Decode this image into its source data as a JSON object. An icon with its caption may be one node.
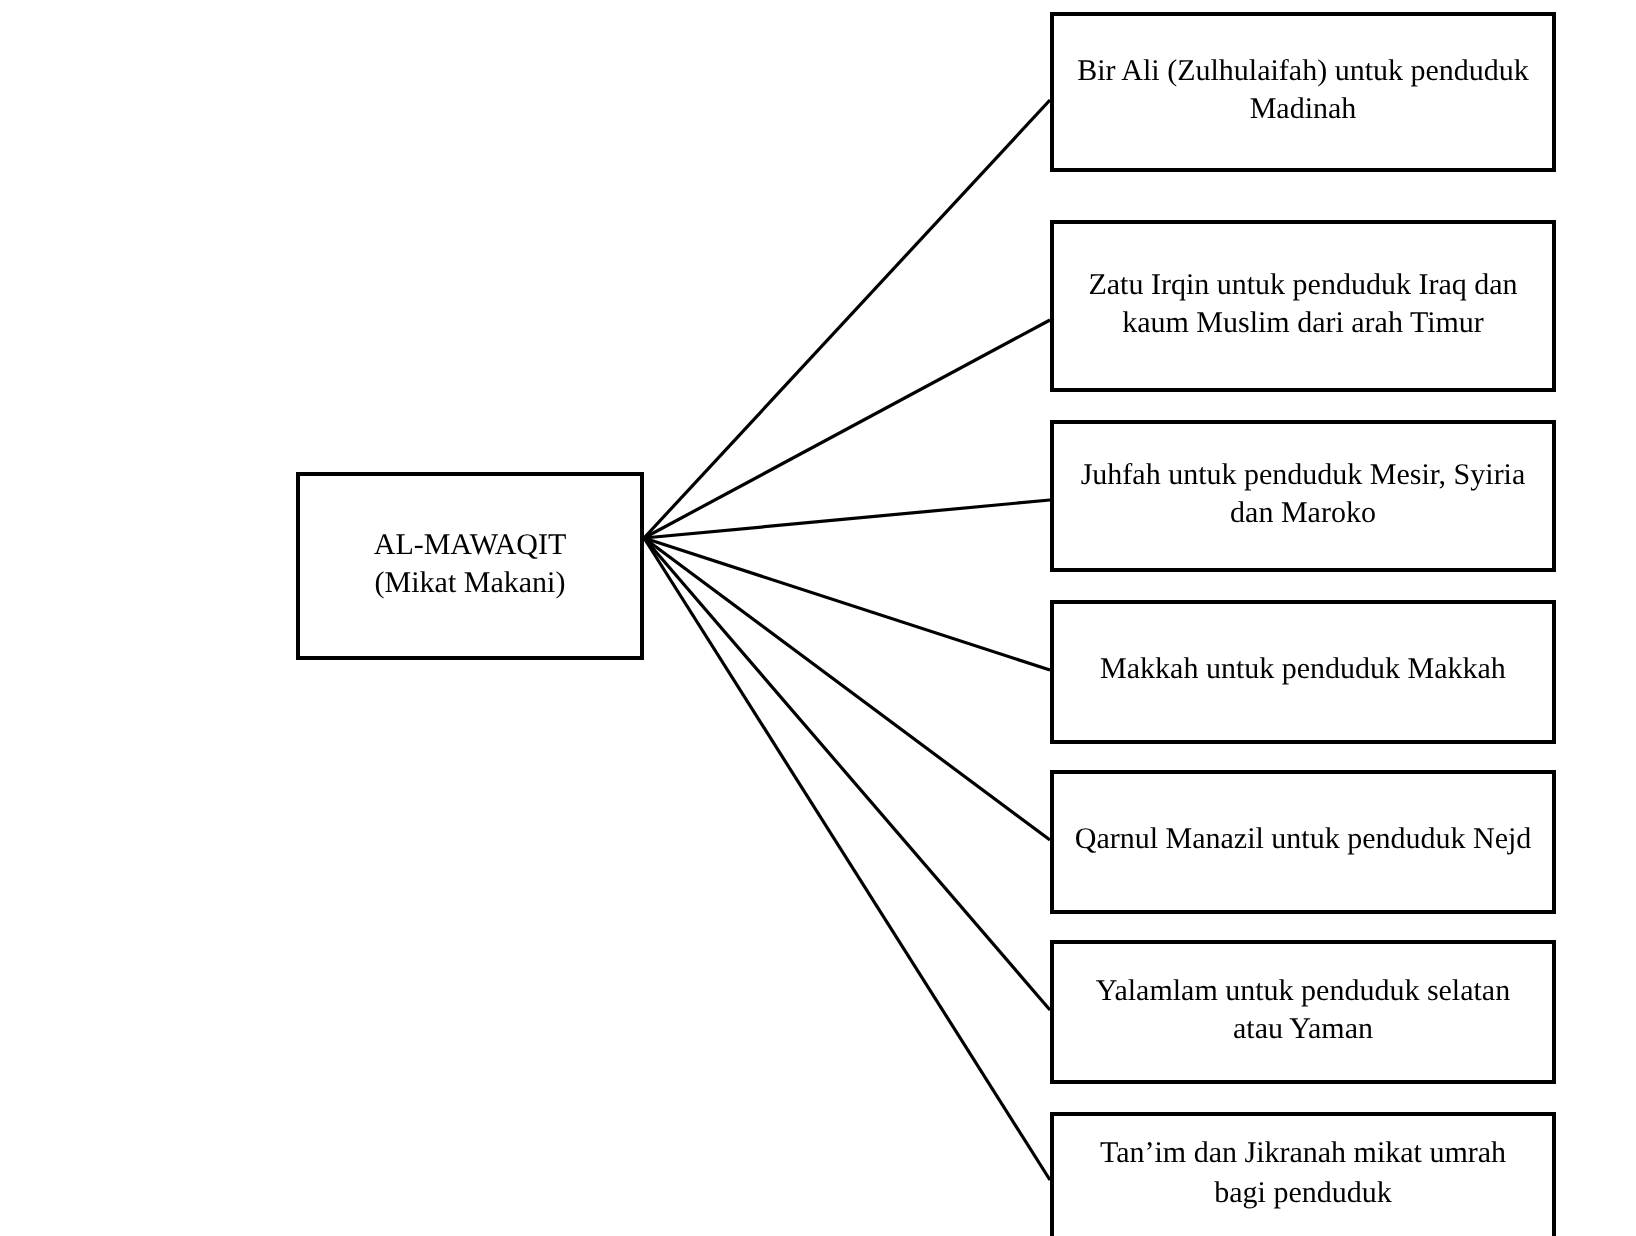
{
  "diagram": {
    "nodes": [
      {
        "text": [
          "AL-MAWAQIT",
          "(Mikat Makani)"
        ]
      },
      {
        "text": [
          "Bir Ali (Zulhulaifah) untuk penduduk Madinah"
        ]
      },
      {
        "text": [
          "Zatu Irqin untuk penduduk Iraq dan kaum Muslim dari arah Timur"
        ]
      },
      {
        "text": [
          "Juhfah untuk penduduk Mesir, Syiria dan Maroko"
        ]
      },
      {
        "text": [
          "Makkah untuk penduduk Makkah"
        ]
      },
      {
        "text": [
          "Qarnul Manazil untuk penduduk Nejd"
        ]
      },
      {
        "text": [
          "Yalamlam untuk penduduk selatan atau Yaman"
        ]
      },
      {
        "text": [
          "Tan’im dan Jikranah mikat umrah bagi penduduk"
        ]
      }
    ],
    "edges": [
      {
        "from": 0,
        "to": 1,
        "arrow": "none"
      },
      {
        "from": 0,
        "to": 2,
        "arrow": "none"
      },
      {
        "from": 0,
        "to": 3,
        "arrow": "none"
      },
      {
        "from": 0,
        "to": 4,
        "arrow": "none"
      },
      {
        "from": 0,
        "to": 5,
        "arrow": "none"
      },
      {
        "from": 0,
        "to": 6,
        "arrow": "none"
      },
      {
        "from": 0,
        "to": 7,
        "arrow": "none"
      }
    ]
  }
}
